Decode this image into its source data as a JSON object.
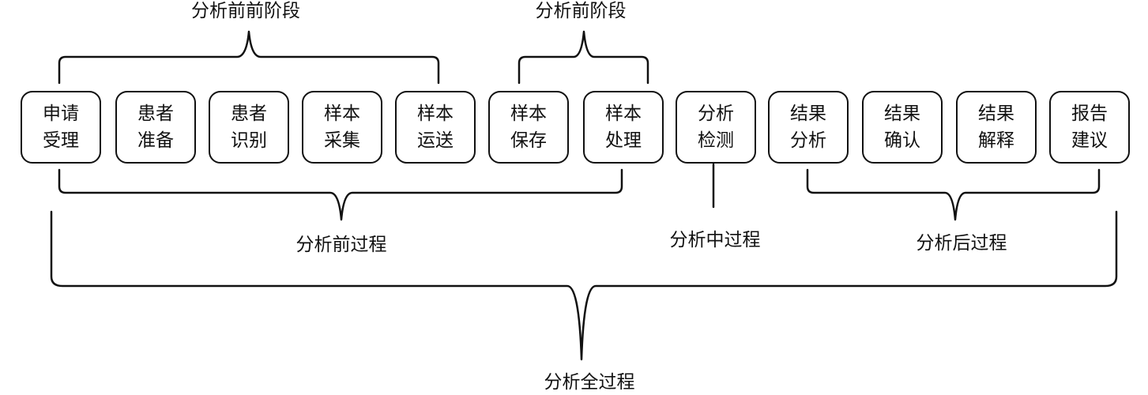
{
  "steps": [
    {
      "line1": "申请",
      "line2": "受理"
    },
    {
      "line1": "患者",
      "line2": "准备"
    },
    {
      "line1": "患者",
      "line2": "识别"
    },
    {
      "line1": "样本",
      "line2": "采集"
    },
    {
      "line1": "样本",
      "line2": "运送"
    },
    {
      "line1": "样本",
      "line2": "保存"
    },
    {
      "line1": "样本",
      "line2": "处理"
    },
    {
      "line1": "分析",
      "line2": "检测"
    },
    {
      "line1": "结果",
      "line2": "分析"
    },
    {
      "line1": "结果",
      "line2": "确认"
    },
    {
      "line1": "结果",
      "line2": "解释"
    },
    {
      "line1": "报告",
      "line2": "建议"
    }
  ],
  "labels": {
    "pre_pre_stage_1": "分析前前阶段",
    "pre_stage": "分析前阶段",
    "pre_process": "分析前过程",
    "mid_process": "分析中过程",
    "post_process": "分析后过程",
    "whole_process": "分析全过程"
  }
}
